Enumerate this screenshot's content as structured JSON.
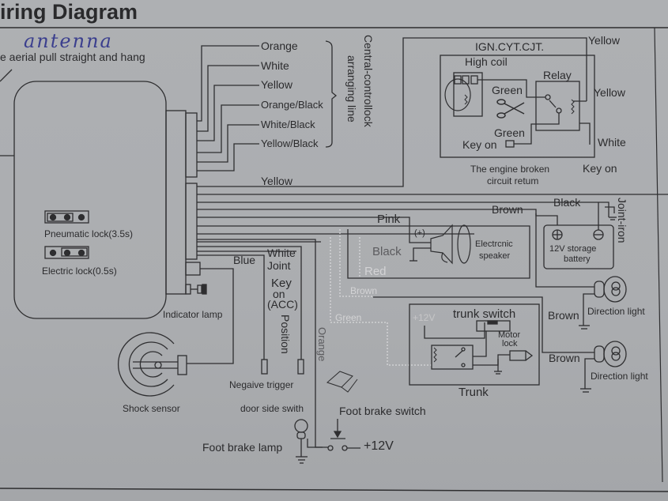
{
  "title": "iring Diagram",
  "handwritten_note": "antenna",
  "aerial_note": "e aerial pull straight and hang",
  "central_lock": {
    "wires": [
      "Orange",
      "White",
      "Yellow",
      "Orange/Black",
      "White/Black",
      "Yellow/Black"
    ],
    "label_line1": "Central-controllock",
    "label_line2": "arranging line"
  },
  "yellow_wire": "Yellow",
  "ignition": {
    "title": "IGN.CYT.CJT.",
    "high_coil": "High coil",
    "relay": "Relay",
    "green_top": "Green",
    "green_bottom": "Green",
    "key_on_inner": "Key on",
    "yellow_top": "Yellow",
    "yellow_right": "Yellow",
    "white": "White",
    "key_on_outer": "Key on",
    "caption_line1": "The engine broken",
    "caption_line2": "circuit retum"
  },
  "control_unit": {
    "pneumatic_lock": "Pneumatic lock(3.5s)",
    "electric_lock": "Electric lock(0.5s)",
    "indicator_lamp": "Indicator lamp"
  },
  "speaker": {
    "pink": "Pink",
    "plus": "(+)",
    "black": "Black",
    "red": "Red",
    "label_line1": "Electrcnic",
    "label_line2": "speaker"
  },
  "battery": {
    "brown": "Brown",
    "black": "Black",
    "joint_iron": "Joint-iron",
    "label_line1": "12V  storage",
    "label_line2": "battery"
  },
  "faint_wires": {
    "brown": "Brown",
    "green": "Green"
  },
  "trunk": {
    "plus12v": "+12V",
    "switch": "trunk switch",
    "motor_line1": "Motor",
    "motor_line2": "lock",
    "label": "Trunk"
  },
  "direction_lights": [
    {
      "wire": "Brown",
      "label": "Direction light"
    },
    {
      "wire": "Brown",
      "label": "Direction light"
    }
  ],
  "trigger": {
    "blue": "Blue",
    "white": "White",
    "joint": "Joint",
    "key_on_line1": "Key",
    "key_on_line2": "on",
    "key_on_line3": "(ACC)",
    "position": "Position",
    "orange": "Orange",
    "negative_trigger": "Negaive trigger",
    "door_side_switch": "door side swith"
  },
  "shock_sensor": "Shock sensor",
  "foot_brake": {
    "switch": "Foot brake switch",
    "lamp": "Foot brake lamp",
    "plus12v": "+12V"
  }
}
